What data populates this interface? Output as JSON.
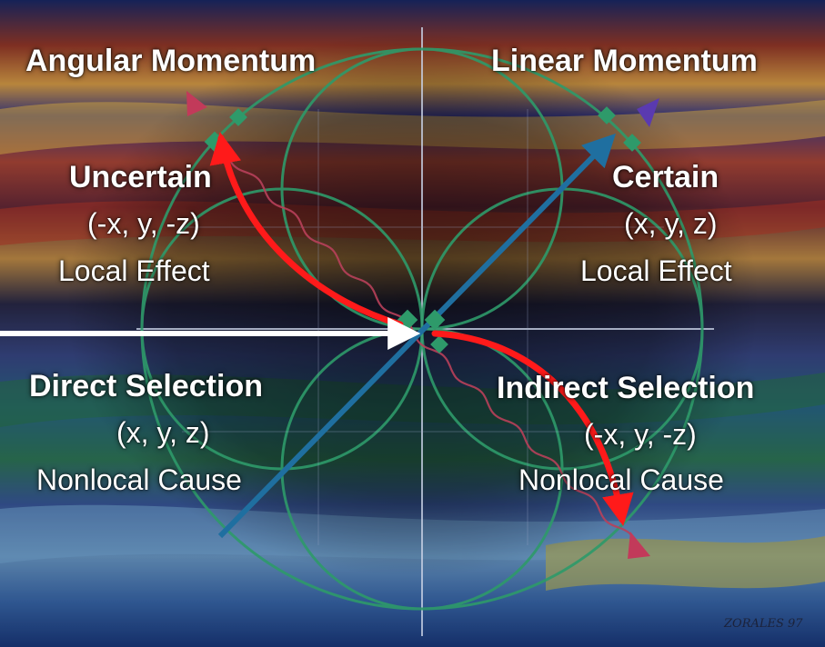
{
  "quadrants": {
    "top_left": {
      "heading": "Angular Momentum",
      "title": "Uncertain",
      "coords": "(-x, y, -z)",
      "effect": "Local Effect"
    },
    "top_right": {
      "heading": "Linear Momentum",
      "title": "Certain",
      "coords": "(x, y, z)",
      "effect": "Local Effect"
    },
    "bottom_left": {
      "title": "Direct Selection",
      "coords": "(x, y, z)",
      "effect": "Nonlocal Cause"
    },
    "bottom_right": {
      "title": "Indirect Selection",
      "coords": "(-x, y, -z)",
      "effect": "Nonlocal Cause"
    }
  },
  "signature": "ZORALES 97",
  "colors": {
    "red_arrow": "#ff1a1a",
    "white_arrow": "#ffffff",
    "diagonal_arrow": "#1f6fa0",
    "green_circles": "#2e9a6a",
    "axis_lines": "#c9d2e6"
  }
}
